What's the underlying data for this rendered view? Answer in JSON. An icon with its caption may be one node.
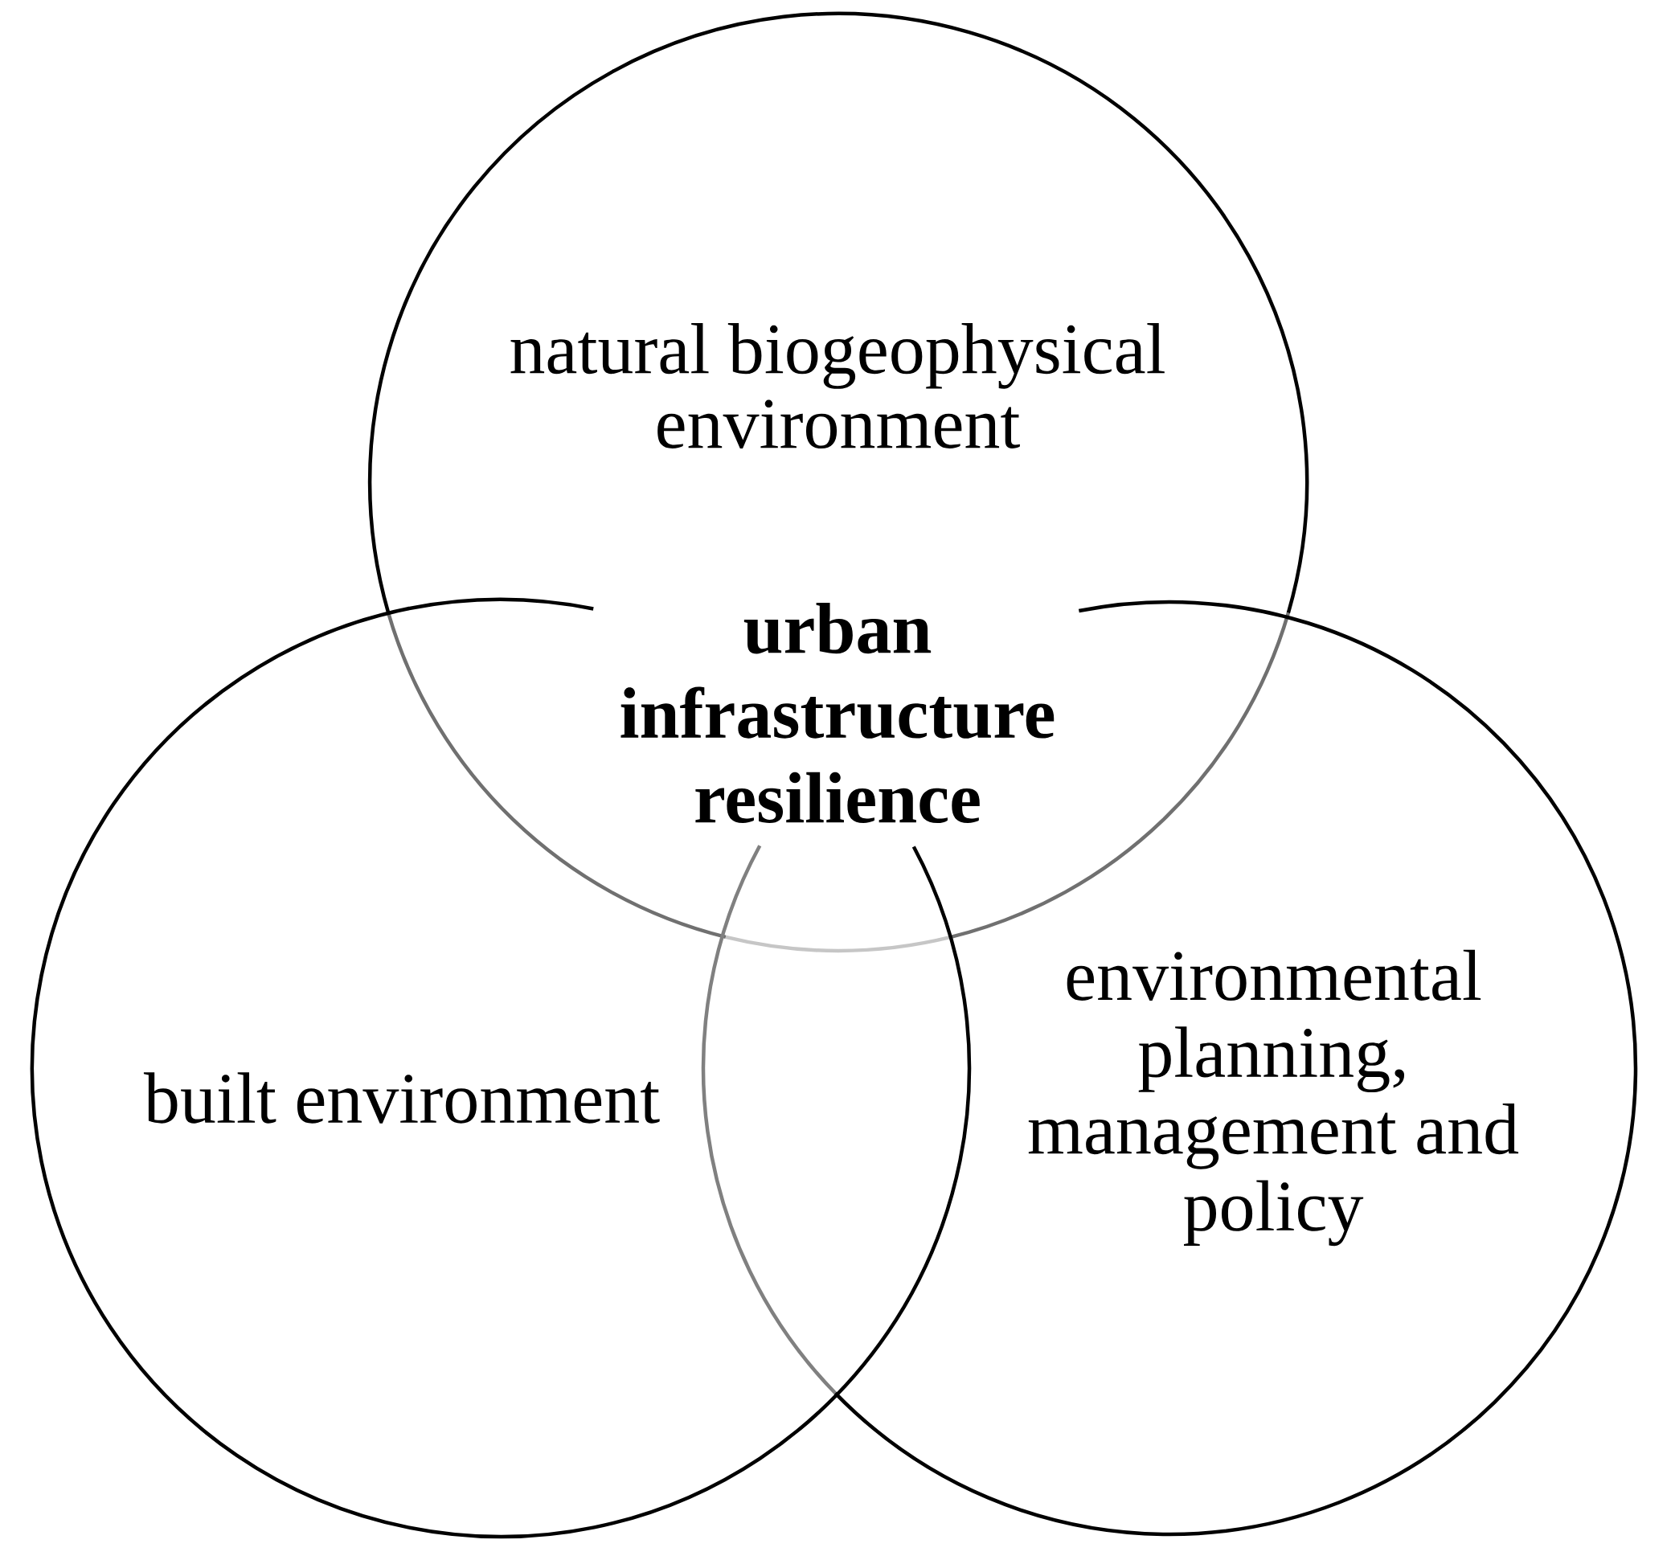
{
  "diagram": {
    "nodes": [
      {
        "text": [
          "natural biogeophysical environment"
        ]
      },
      {
        "text": [
          "built environment"
        ]
      },
      {
        "text": [
          "environmental planning, management and policy"
        ]
      }
    ],
    "labels": [
      "urban infrastructure resilience"
    ]
  }
}
